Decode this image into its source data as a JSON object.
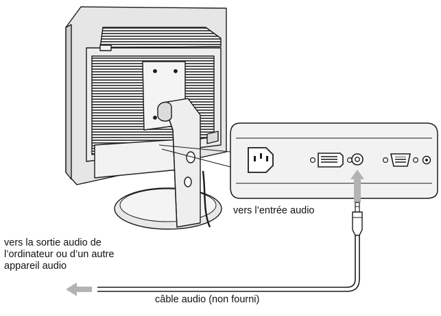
{
  "captions": {
    "audio_input": "vers l’entrée audio",
    "audio_source_line1": "vers la sortie audio de",
    "audio_source_line2": "l’ordinateur ou d’un autre",
    "audio_source_line3": "appareil audio",
    "cable": "câble audio (non fourni)"
  },
  "colors": {
    "line": "#1a1a1a",
    "body_fill": "#e6e6e6",
    "vent_fill": "#5a5a5a",
    "panel_fill": "#f2f2f2",
    "arrow_fill": "#b3b3b3"
  },
  "icons": {
    "power_connector": "ac-power-inlet-icon",
    "dvi_connector": "dvi-port-icon",
    "audio_jack": "audio-jack-icon",
    "vga_connector": "hd15-port-icon",
    "arrow_up": "arrow-up-icon",
    "arrow_left": "arrow-left-icon"
  }
}
